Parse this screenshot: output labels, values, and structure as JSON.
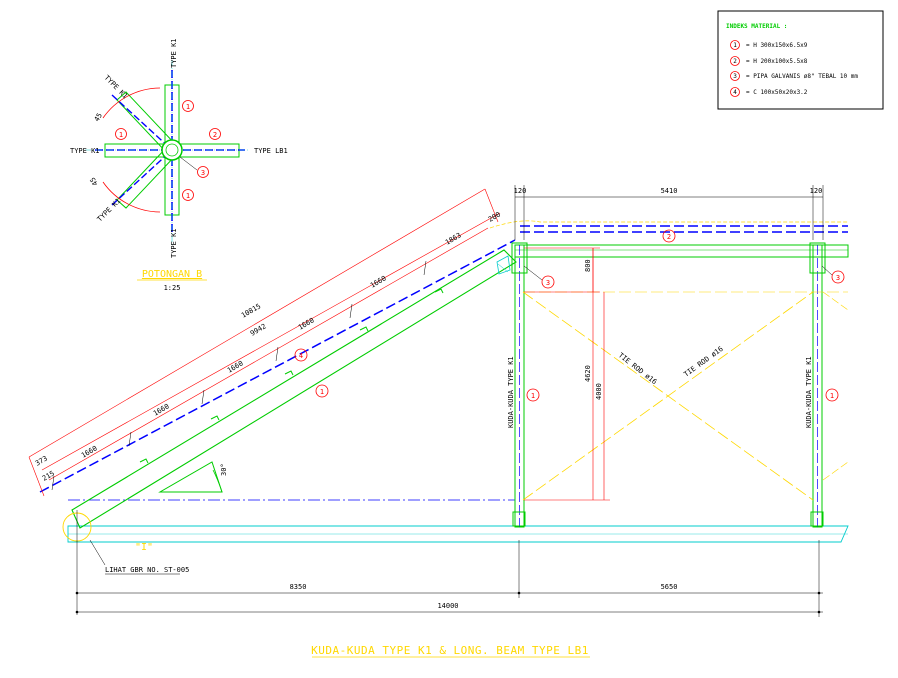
{
  "legend": {
    "title": "INDEKS MATERIAL :",
    "items": [
      {
        "num": "1",
        "text": "= H  300x150x6.5x9"
      },
      {
        "num": "2",
        "text": "= H  200x100x5.5x8"
      },
      {
        "num": "3",
        "text": "= PIPA GALVANIS ø8\" TEBAL 10  mm"
      },
      {
        "num": "4",
        "text": "= C  100x50x20x3.2"
      }
    ]
  },
  "section": {
    "title": "POTONGAN B",
    "scale": "1:25",
    "labels": {
      "top": "TYPE K1",
      "bottom": "TYPE K1",
      "left": "TYPE K1",
      "right": "TYPE LB1",
      "upper_left": "TYPE K1",
      "lower_left": "TYPE K1"
    },
    "angles": [
      "45",
      "45"
    ],
    "callouts": [
      "1",
      "1",
      "2",
      "1",
      "3"
    ]
  },
  "truss": {
    "top_dims": [
      "120",
      "5410",
      "120"
    ],
    "slope_dims": [
      "10815",
      "9942",
      "1863",
      "1660",
      "1660",
      "1660",
      "1660",
      "1660",
      "200",
      "373",
      "215"
    ],
    "angle": "30°",
    "height_dims": [
      "800",
      "4620",
      "4000"
    ],
    "bottom_dims": [
      "8350",
      "5650",
      "14000"
    ],
    "tie_rods": [
      "TIE ROD ø16",
      "TIE ROD ø16"
    ],
    "columns": [
      "KUDA-KUDA TYPE K1",
      "KUDA-KUDA TYPE K1"
    ],
    "callouts": [
      "1",
      "2",
      "3",
      "3",
      "4",
      "1",
      "1"
    ],
    "detail_mark": "\"I\"",
    "note": "LIHAT GBR NO. ST-005"
  },
  "title": "KUDA-KUDA TYPE K1 & LONG. BEAM TYPE LB1"
}
